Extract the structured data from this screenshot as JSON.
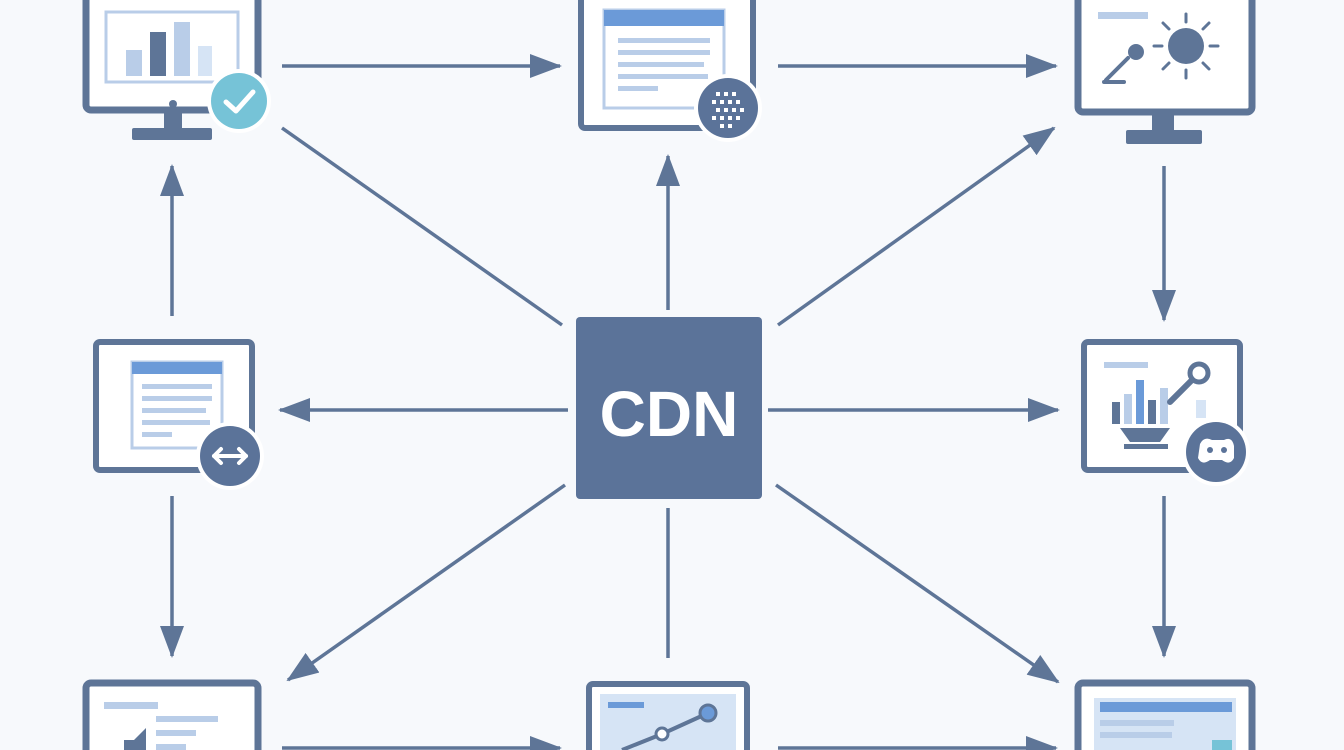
{
  "hub": {
    "label": "CDN"
  },
  "colors": {
    "background": "#f7f9fc",
    "node_stroke": "#5e7597",
    "hub_fill": "#5b7399",
    "hub_text": "#ffffff",
    "arrow": "#5e7597",
    "accent_blue": "#6b9ad8",
    "light_blue": "#b9cde8",
    "pale_blue": "#d6e4f5",
    "screen_fill": "#ffffff",
    "check_badge": "#76c3d7"
  },
  "nodes": [
    {
      "id": "monitor-analytics",
      "icon": "bar-chart-icon",
      "badge": "check-icon"
    },
    {
      "id": "monitor-web-page",
      "icon": "web-page-icon",
      "badge": "grid-icon"
    },
    {
      "id": "monitor-weather",
      "icon": "sun-icon",
      "badge": null
    },
    {
      "id": "monitor-document",
      "icon": "document-icon",
      "badge": "swap-icon"
    },
    {
      "id": "monitor-graphics",
      "icon": "chart-tools-icon",
      "badge": "gamepad-icon"
    },
    {
      "id": "monitor-audio",
      "icon": "speaker-icon",
      "badge": null
    },
    {
      "id": "monitor-graph",
      "icon": "line-graph-icon",
      "badge": null
    },
    {
      "id": "monitor-site",
      "icon": "web-page-icon",
      "badge": null
    }
  ]
}
